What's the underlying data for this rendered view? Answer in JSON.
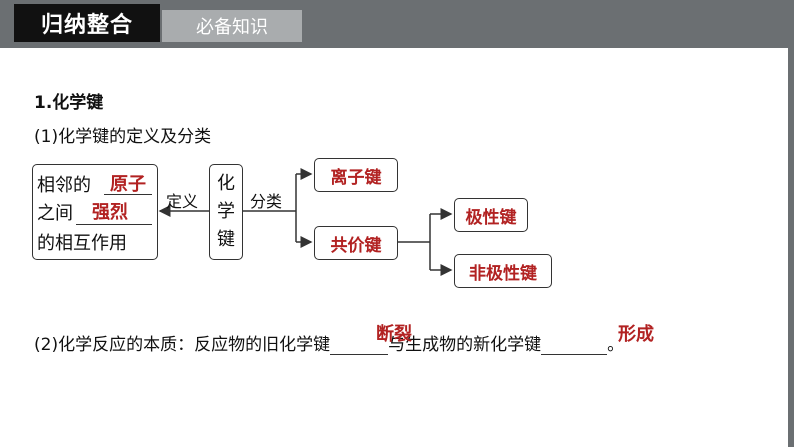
{
  "header": {
    "tab_active": "归纳整合",
    "tab_inactive": "必备知识"
  },
  "content": {
    "heading": "1.化学键",
    "subheading": "(1)化学键的定义及分类",
    "definition": {
      "line1_prefix": "相邻的",
      "line1_answer": "原子",
      "line2_prefix": "之间",
      "line2_answer": "强烈",
      "line3": "的相互作用"
    },
    "arrow_label_define": "定义",
    "center": [
      "化",
      "学",
      "键"
    ],
    "arrow_label_classify": "分类",
    "ionic_bond": "离子键",
    "covalent_bond": "共价键",
    "polar_bond": "极性键",
    "nonpolar_bond": "非极性键",
    "essence": {
      "prefix": "(2)化学反应的本质：反应物的旧化学键",
      "answer1": "断裂",
      "middle": "与生成物的新化学键",
      "answer2": "形成",
      "suffix": "。"
    }
  }
}
